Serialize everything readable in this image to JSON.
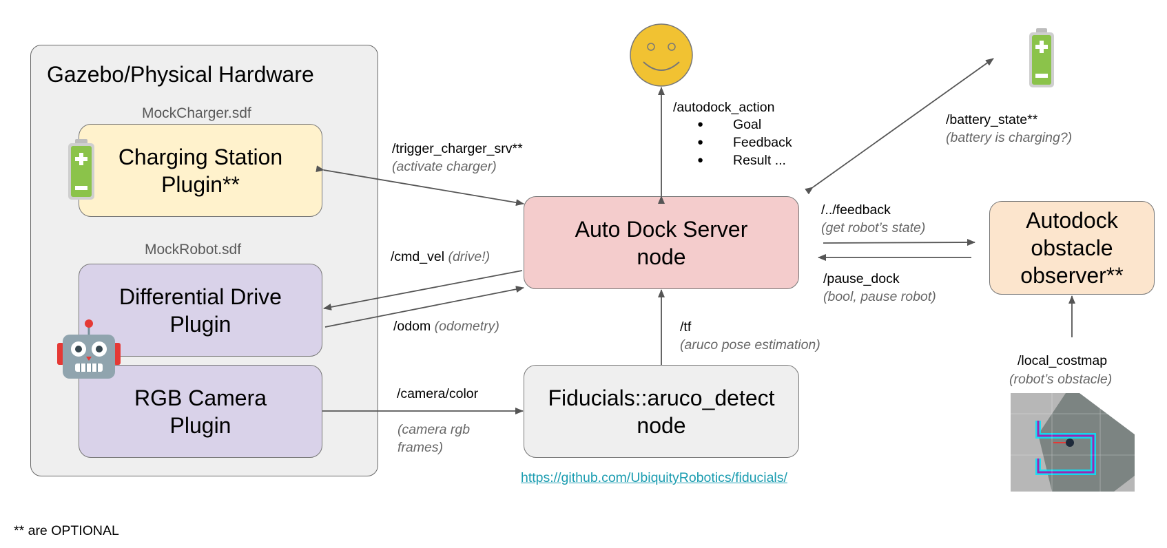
{
  "container": {
    "title": "Gazebo/Physical Hardware"
  },
  "mock_charger": {
    "file": "MockCharger.sdf",
    "plugin": [
      "Charging Station",
      "Plugin**"
    ]
  },
  "mock_robot": {
    "file": "MockRobot.sdf"
  },
  "diff_drive": {
    "label": [
      "Differential Drive",
      "Plugin"
    ]
  },
  "rgb_camera": {
    "label": [
      "RGB Camera",
      "Plugin"
    ]
  },
  "auto_dock_server": {
    "label": [
      "Auto Dock Server",
      "node"
    ]
  },
  "fiducials": {
    "label": [
      "Fiducials::aruco_detect",
      "node"
    ],
    "link": "https://github.com/UbiquityRobotics/fiducials/"
  },
  "observer": {
    "label": [
      "Autodock",
      "obstacle",
      "observer**"
    ]
  },
  "topics": {
    "trigger_charger": {
      "name": "/trigger_charger_srv**",
      "desc": "(activate charger)"
    },
    "cmd_vel": {
      "name": "/cmd_vel",
      "desc": "(drive!)"
    },
    "odom": {
      "name": "/odom",
      "desc": "(odometry)"
    },
    "camera": {
      "name": "/camera/color",
      "desc": [
        "(camera rgb",
        "frames)"
      ]
    },
    "tf": {
      "name": "/tf",
      "desc": "(aruco pose estimation)"
    },
    "autodock_action": {
      "name": "/autodock_action",
      "items": [
        "Goal",
        "Feedback",
        "Result ..."
      ]
    },
    "battery_state": {
      "name": "/battery_state**",
      "desc": "(battery is charging?)"
    },
    "feedback": {
      "name": "/../feedback",
      "desc": "(get robot’s state)"
    },
    "pause_dock": {
      "name": "/pause_dock",
      "desc": "(bool, pause robot)"
    },
    "local_costmap": {
      "name": "/local_costmap",
      "desc": "(robot’s obstacle)"
    }
  },
  "footnote": "** are OPTIONAL",
  "icons": [
    "battery-icon",
    "robot-icon",
    "smiley-face-icon",
    "costmap-image"
  ],
  "colors": {
    "charger": "#fff2cc",
    "plugin": "#d9d2e9",
    "server": "#f4cccc",
    "observer": "#fce5cd",
    "node": "#efefef",
    "battery": "#8bc34a",
    "face": "#f1c232",
    "link": "#1a9cb0"
  }
}
